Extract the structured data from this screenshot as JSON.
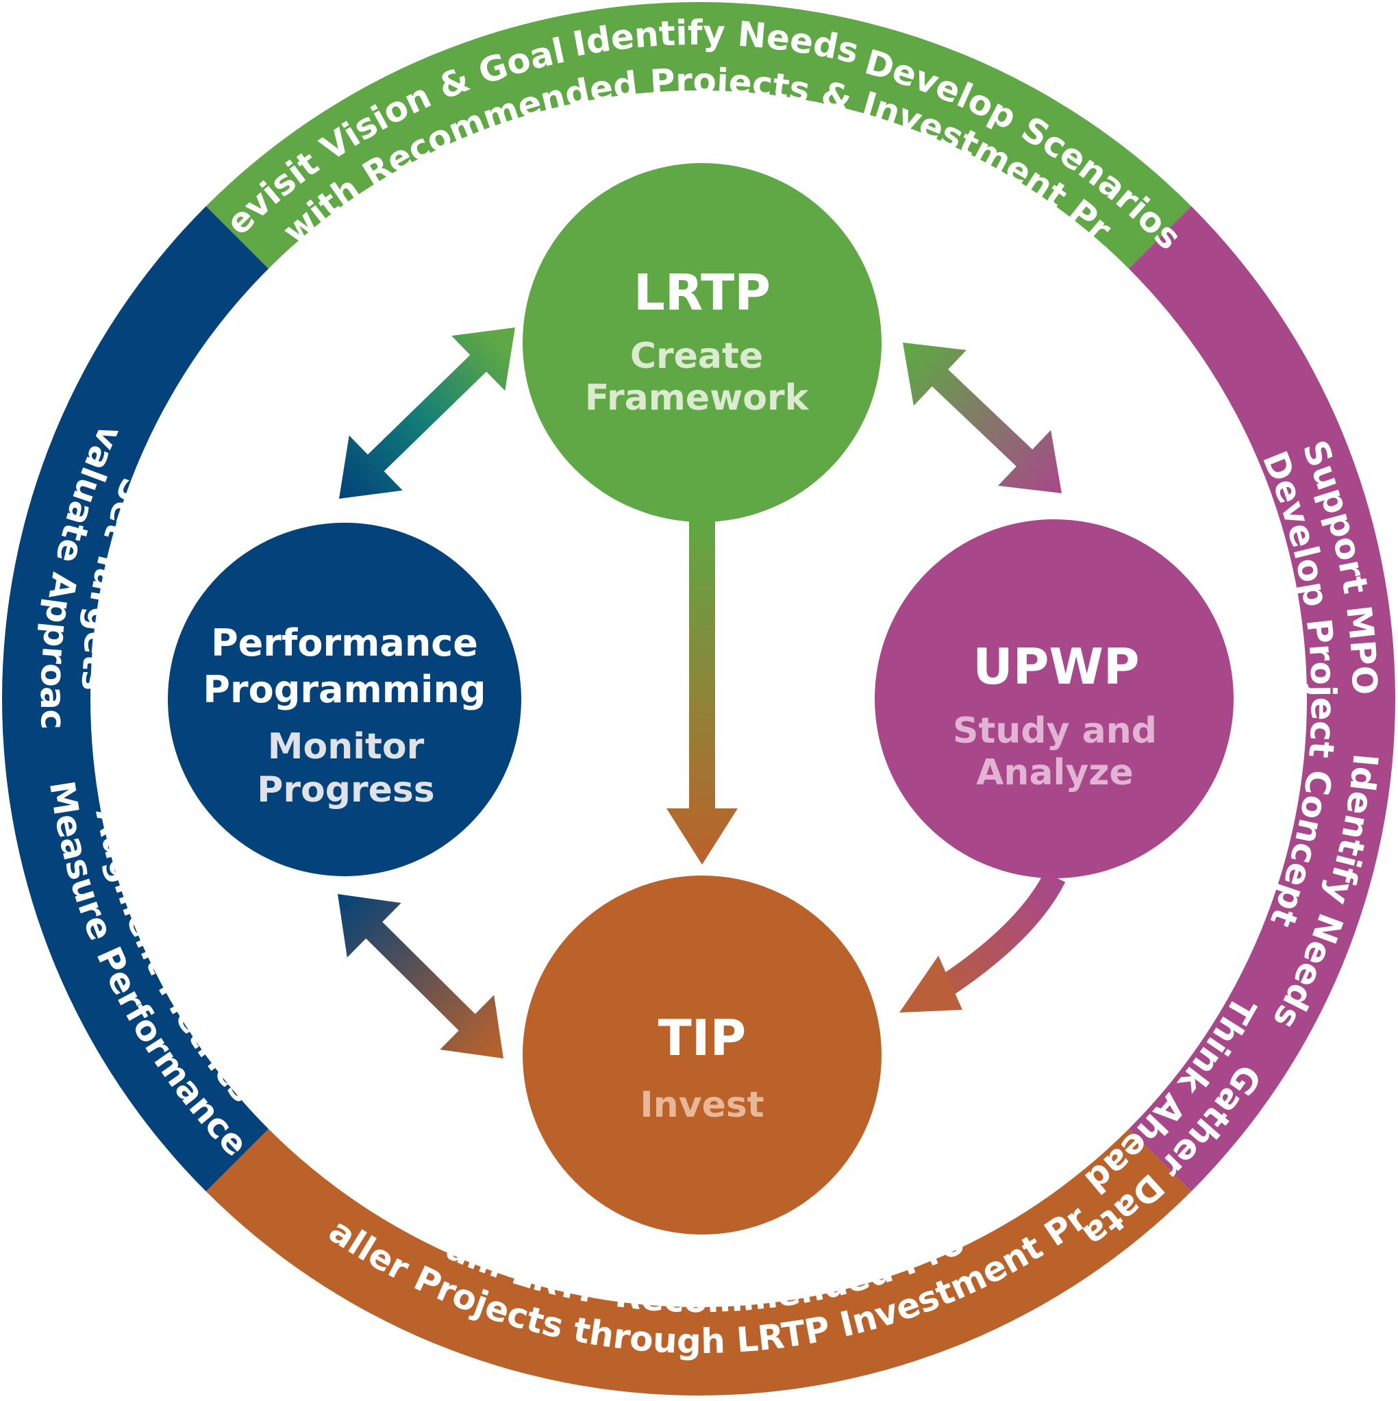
{
  "colors": {
    "green": "#5fa845",
    "navy": "#03427a",
    "magenta": "#a8488b",
    "orange": "#bb622b",
    "lrtp_sub": "#dcebd0",
    "perf_sub": "#dfe3e8",
    "upwp_sub": "#e2b3d3",
    "tip_sub": "#e8b798"
  },
  "ring": {
    "green": {
      "lines": [
        "Revisit Vision & Goals",
        "Identify Needs",
        "Develop Scenarios",
        "Create with Recommended Projects & Investment Programs"
      ]
    },
    "navy": {
      "lines": [
        "Evaluate Approach",
        "Set Targets",
        "Measure Performance",
        "Augment Metrics"
      ]
    },
    "magenta": {
      "lines": [
        "Support MPO",
        "Identify Needs",
        "Gather Data",
        "Develop Project Concepts",
        "Think Ahead"
      ]
    },
    "orange": {
      "lines": [
        "Program LRTP Recommended Projects",
        "Fund Smaller Projects through LRTP Investment Programs"
      ]
    }
  },
  "nodes": {
    "lrtp": {
      "title": "LRTP",
      "sub": [
        "Create",
        "Framework"
      ]
    },
    "perf": {
      "title": [
        "Performance",
        "Programming"
      ],
      "sub": [
        "Monitor",
        "Progress"
      ]
    },
    "upwp": {
      "title": "UPWP",
      "sub": [
        "Study and",
        "Analyze"
      ]
    },
    "tip": {
      "title": "TIP",
      "sub": [
        "Invest"
      ]
    }
  },
  "arrows": [
    "lrtp-perf-double",
    "lrtp-upwp-double",
    "lrtp-to-tip",
    "perf-tip-double",
    "upwp-to-tip"
  ]
}
